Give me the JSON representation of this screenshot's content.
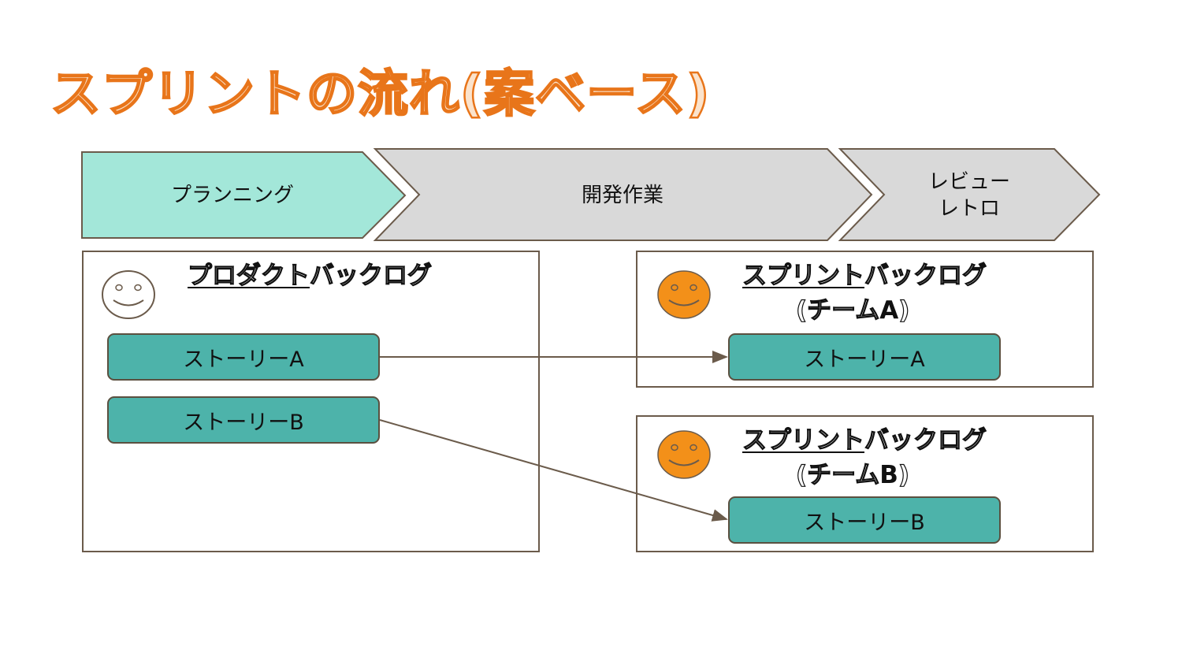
{
  "title": "スプリントの流れ(案ベース)",
  "phases": [
    {
      "label": "プランニング",
      "fill": "#a3e7d9"
    },
    {
      "label": "開発作業",
      "fill": "#d9d9d9"
    },
    {
      "label_line1": "レビュー",
      "label_line2": "レトロ",
      "fill": "#d9d9d9"
    }
  ],
  "product_backlog": {
    "heading": "プロダクトバックログ",
    "heading_underlined": "プロダクト",
    "heading_rest": "バックログ",
    "face": "smiley-outline-icon",
    "stories": [
      "ストーリーA",
      "ストーリーB"
    ]
  },
  "sprint_backlog_a": {
    "heading_underlined": "スプリント",
    "heading_rest": "バックログ",
    "sub_open": "(チーム",
    "sub_letter": "A",
    "sub_close": ")",
    "face": "smiley-orange-icon",
    "story": "ストーリーA"
  },
  "sprint_backlog_b": {
    "heading_underlined": "スプリント",
    "heading_rest": "バックログ",
    "sub_open": "(チーム",
    "sub_letter": "B",
    "sub_close": ")",
    "face": "smiley-orange-icon",
    "story": "ストーリーB"
  },
  "colors": {
    "title": "#e8751a",
    "story_fill": "#4db3aa",
    "face_orange": "#f39019",
    "border": "#6b5b4b"
  }
}
